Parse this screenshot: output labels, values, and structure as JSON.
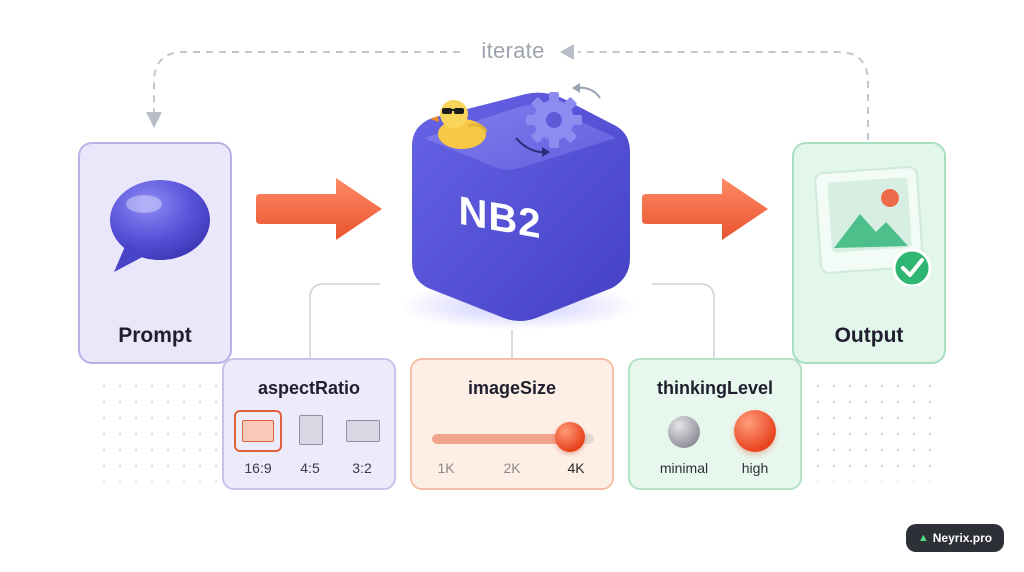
{
  "loop": {
    "label": "iterate"
  },
  "input": {
    "label": "Prompt",
    "icon": "speech-bubble-icon"
  },
  "model": {
    "label": "NB2",
    "mascot": "duck-with-sunglasses-icon",
    "gear": "gear-icon"
  },
  "output": {
    "label": "Output",
    "icon": "image-with-check-icon"
  },
  "params": {
    "aspect": {
      "title": "aspectRatio",
      "options": [
        {
          "label": "16:9",
          "selected": true
        },
        {
          "label": "4:5",
          "selected": false
        },
        {
          "label": "3:2",
          "selected": false
        }
      ]
    },
    "size": {
      "title": "imageSize",
      "options": [
        "1K",
        "2K",
        "4K"
      ],
      "selected": "4K",
      "level": 0.85
    },
    "thinking": {
      "title": "thinkingLevel",
      "options": [
        {
          "label": "minimal",
          "selected": false
        },
        {
          "label": "high",
          "selected": true
        }
      ]
    }
  },
  "colors": {
    "arrow": "#f06a47",
    "cube": "#5a55d6",
    "prompt_card": "#ebe7fb",
    "output_card": "#e3f6ec",
    "accent_orange": "#e8431e",
    "check_green": "#2fb673"
  },
  "watermark": {
    "text": "Neyrix.pro"
  }
}
